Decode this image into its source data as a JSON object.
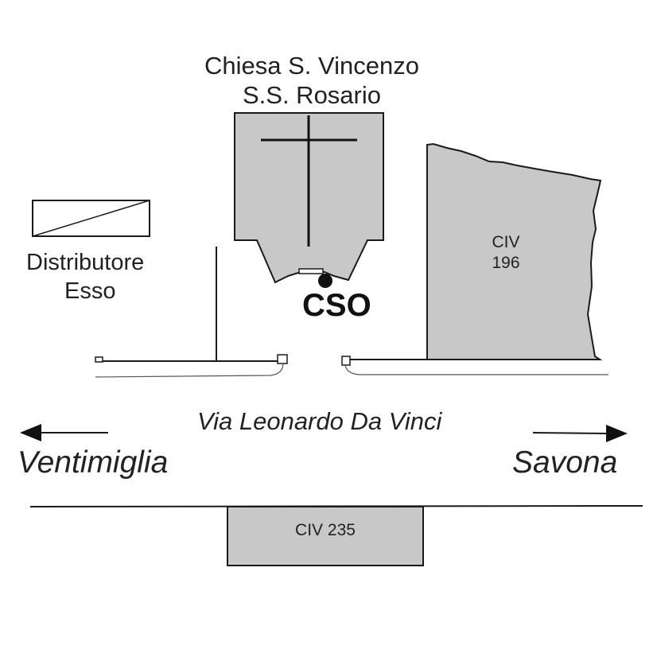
{
  "church": {
    "name_line1": "Chiesa S. Vincenzo",
    "name_line2": "S.S. Rosario"
  },
  "gas_station": {
    "line1": "Distributore",
    "line2": "Esso"
  },
  "buildings": {
    "civ196_line1": "CIV",
    "civ196_line2": "196",
    "civ235": "CIV 235"
  },
  "marker": {
    "label": "CSO"
  },
  "street": {
    "name": "Via Leonardo Da Vinci"
  },
  "directions": {
    "left": "Ventimiglia",
    "right": "Savona"
  },
  "colors": {
    "building_fill": "#c8c8c8",
    "stroke": "#1a1a1a"
  },
  "icons": {
    "church": "cross-icon",
    "left_arrow": "arrow-left-icon",
    "right_arrow": "arrow-right-icon",
    "marker": "location-dot-icon"
  }
}
